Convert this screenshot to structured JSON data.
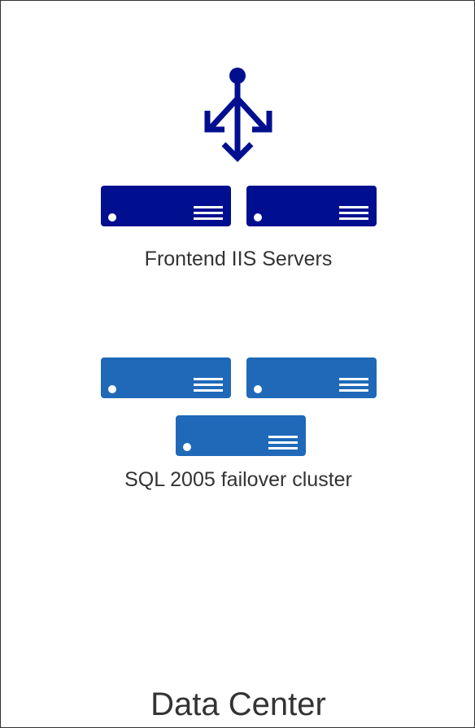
{
  "colors": {
    "frontend_server": "#000f8f",
    "sql_server": "#1f69b8",
    "text": "#333333",
    "border": "#333333"
  },
  "icons": {
    "load_balancer": "load-balancer-icon",
    "server": "server-icon"
  },
  "frontend": {
    "label": "Frontend IIS Servers"
  },
  "sql": {
    "label": "SQL 2005 failover cluster"
  },
  "footer": {
    "title": "Data Center"
  }
}
